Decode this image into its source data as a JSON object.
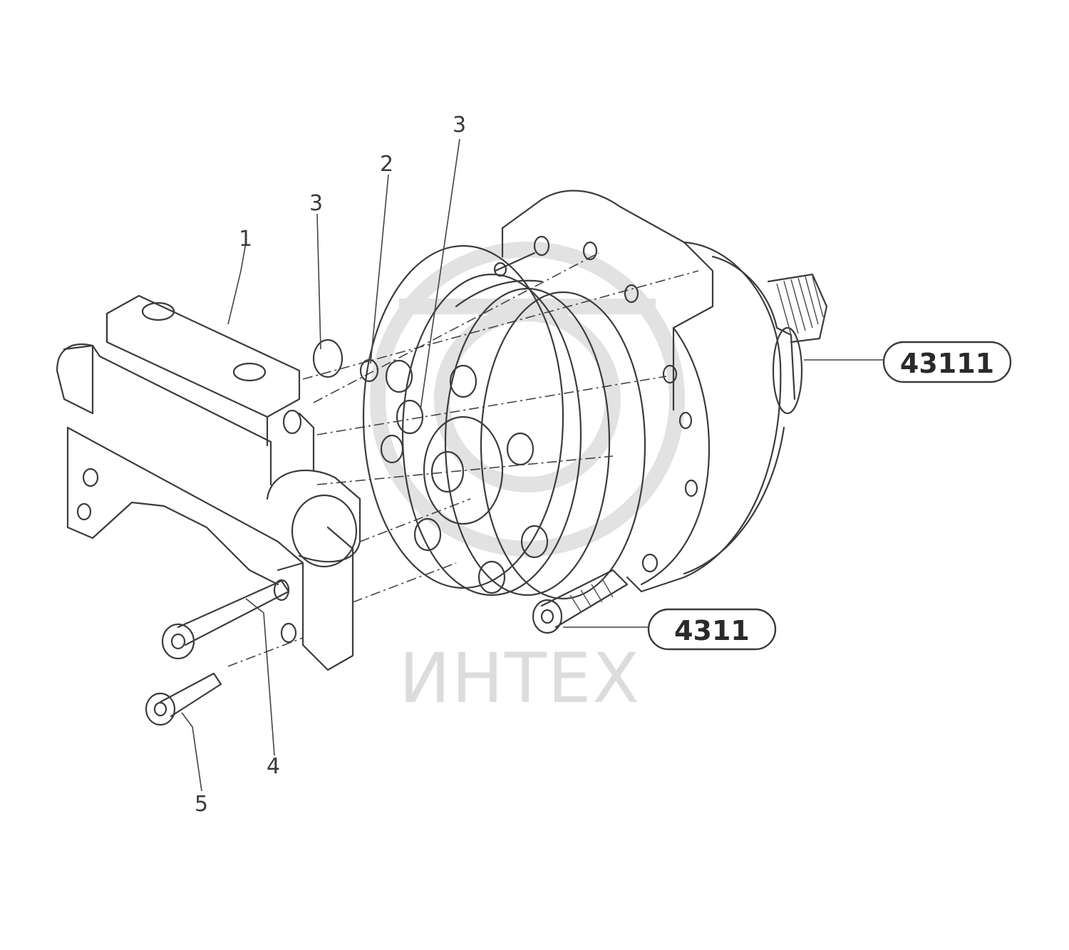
{
  "diagram": {
    "part_labels": [
      {
        "id": "label-1",
        "text": "1"
      },
      {
        "id": "label-3a",
        "text": "3"
      },
      {
        "id": "label-2",
        "text": "2"
      },
      {
        "id": "label-3b",
        "text": "3"
      },
      {
        "id": "label-4",
        "text": "4"
      },
      {
        "id": "label-5",
        "text": "5"
      }
    ],
    "callouts": [
      {
        "id": "callout-43111",
        "text": "43111"
      },
      {
        "id": "callout-4311",
        "text": "4311"
      }
    ],
    "watermark": "ИНТЕХ"
  }
}
